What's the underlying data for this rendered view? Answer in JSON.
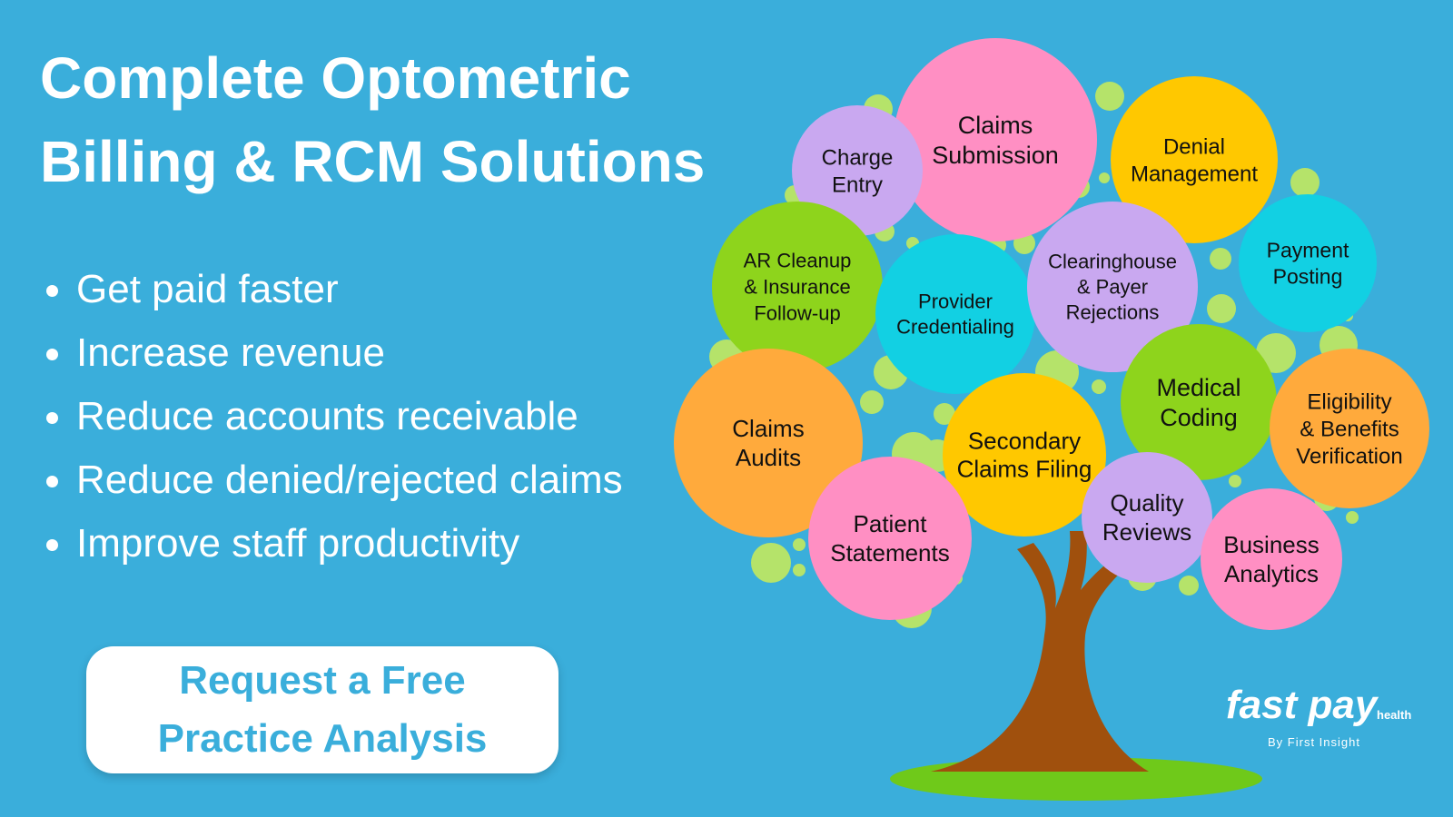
{
  "headline": {
    "line1": "Complete Optometric",
    "line2": "Billing & RCM Solutions"
  },
  "benefits": [
    "Get paid faster",
    "Increase revenue",
    "Reduce accounts receivable",
    "Reduce denied/rejected claims",
    "Improve staff productivity"
  ],
  "cta": {
    "line1": "Request a Free",
    "line2": "Practice Analysis"
  },
  "services": [
    {
      "lines": [
        "Claims",
        "Submission"
      ],
      "color": "#ff8fc3"
    },
    {
      "lines": [
        "Charge",
        "Entry"
      ],
      "color": "#c9a8f0"
    },
    {
      "lines": [
        "Denial",
        "Management"
      ],
      "color": "#ffc800"
    },
    {
      "lines": [
        "AR Cleanup",
        "& Insurance",
        "Follow-up"
      ],
      "color": "#8ed41c"
    },
    {
      "lines": [
        "Provider",
        "Credentialing"
      ],
      "color": "#12d0e3"
    },
    {
      "lines": [
        "Clearinghouse",
        "& Payer",
        "Rejections"
      ],
      "color": "#c9a8f0"
    },
    {
      "lines": [
        "Payment",
        "Posting"
      ],
      "color": "#12d0e3"
    },
    {
      "lines": [
        "Medical",
        "Coding"
      ],
      "color": "#8ed41c"
    },
    {
      "lines": [
        "Eligibility",
        "& Benefits",
        "Verification"
      ],
      "color": "#ffaa3c"
    },
    {
      "lines": [
        "Claims",
        "Audits"
      ],
      "color": "#ffaa3c"
    },
    {
      "lines": [
        "Secondary",
        "Claims Filing"
      ],
      "color": "#ffc800"
    },
    {
      "lines": [
        "Patient",
        "Statements"
      ],
      "color": "#ff8fc3"
    },
    {
      "lines": [
        "Quality",
        "Reviews"
      ],
      "color": "#c9a8f0"
    },
    {
      "lines": [
        "Business",
        "Analytics"
      ],
      "color": "#ff8fc3"
    }
  ],
  "colors": {
    "background": "#3aaedb",
    "trunk": "#a0500d",
    "grass": "#6fc91a",
    "dots": "#b5e36a"
  },
  "logo": {
    "word": "fast pay",
    "sub": "health",
    "by": "By First Insight"
  }
}
